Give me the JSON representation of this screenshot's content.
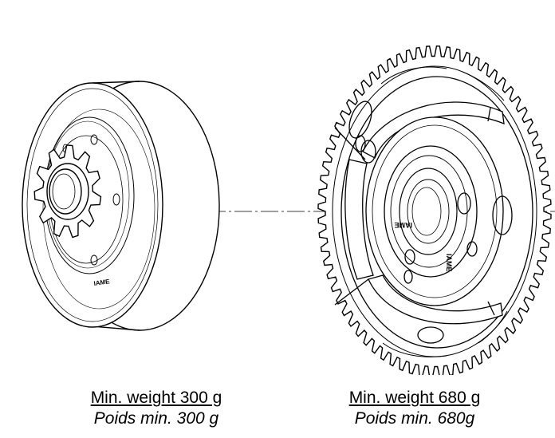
{
  "captions": {
    "left": {
      "english": "Min. weight 300 g",
      "french": "Poids min. 300 g"
    },
    "right": {
      "english": "Min. weight 680 g",
      "french": "Poids min. 680g"
    }
  },
  "part_markings": {
    "drum": "IAME",
    "clutch": "IAME",
    "clutch_secondary": "IAME"
  },
  "colors": {
    "line": "#000000",
    "background": "#ffffff"
  }
}
